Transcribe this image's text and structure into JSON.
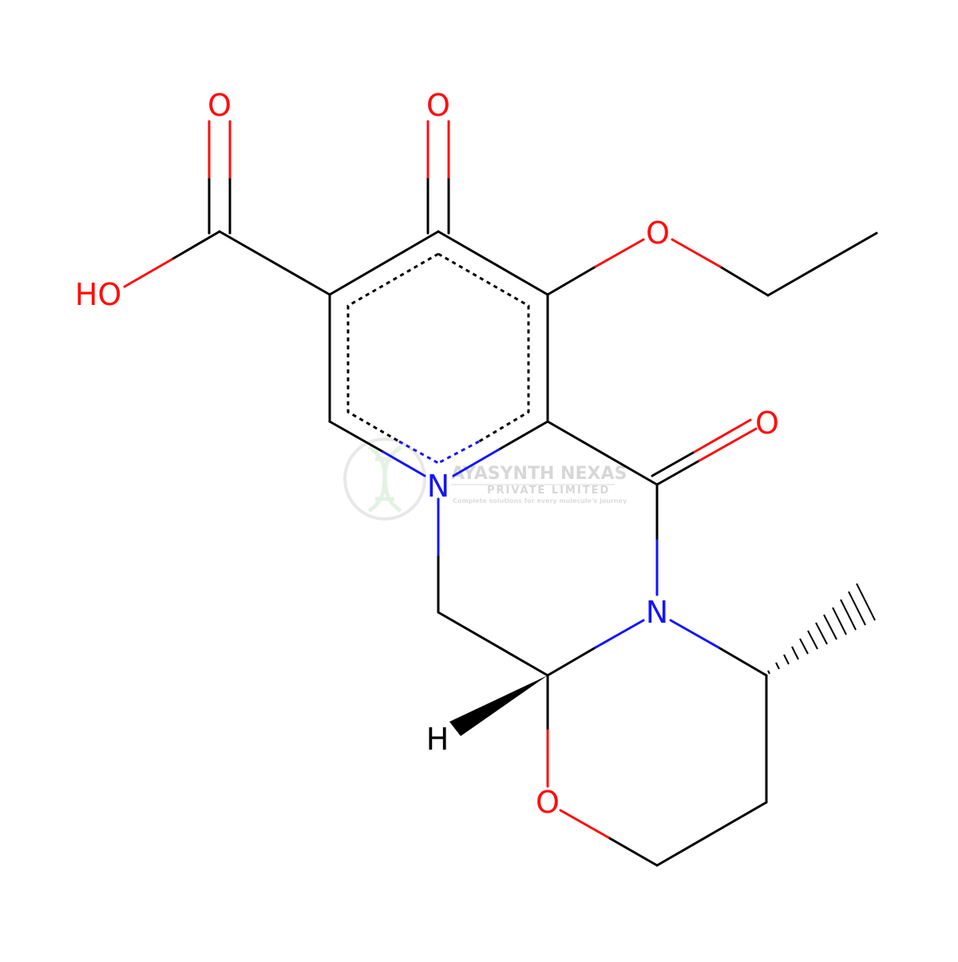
{
  "colors": {
    "bond": "#000000",
    "oxygen": "#ff0d0d",
    "nitrogen": "#1414ff",
    "hydrogen": "#000000",
    "watermark": "#b8b8b8",
    "watermark_logo": "#cfe8cf"
  },
  "atoms": {
    "o_acid_carbonyl": "O",
    "o_ketone": "O",
    "oh_acid": "HO",
    "o_ether": "O",
    "o_amide": "O",
    "n_pyridinone": "N",
    "n_amide": "N",
    "h_stereo": "H",
    "o_ring": "O"
  },
  "watermark": {
    "company": "AYASYNTH NEXAS",
    "subtitle": "PRIVATE LIMITED",
    "tagline": "Complete solutions for every molecule's journey",
    "logo_icon": "dna-helix-icon"
  }
}
